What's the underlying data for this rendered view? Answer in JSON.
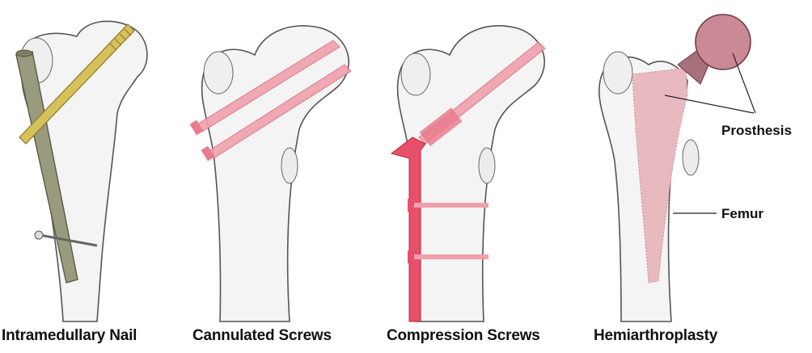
{
  "panels": [
    {
      "caption": "Intramedullary Nail"
    },
    {
      "caption": "Cannulated Screws"
    },
    {
      "caption": "Compression Screws"
    },
    {
      "caption": "Hemiarthroplasty"
    }
  ],
  "annotations": {
    "prosthesis": "Prosthesis",
    "femur": "Femur"
  },
  "colors": {
    "bone_fill": "#f4f4f4",
    "bone_outline": "#555555",
    "nail": "#9a9a7e",
    "gold_screw": "#d6c15a",
    "pink_implant": "#f0a0ac",
    "plate_red": "#e8506a",
    "prosthesis": "#c98a95",
    "stem": "#e9b9c0"
  }
}
